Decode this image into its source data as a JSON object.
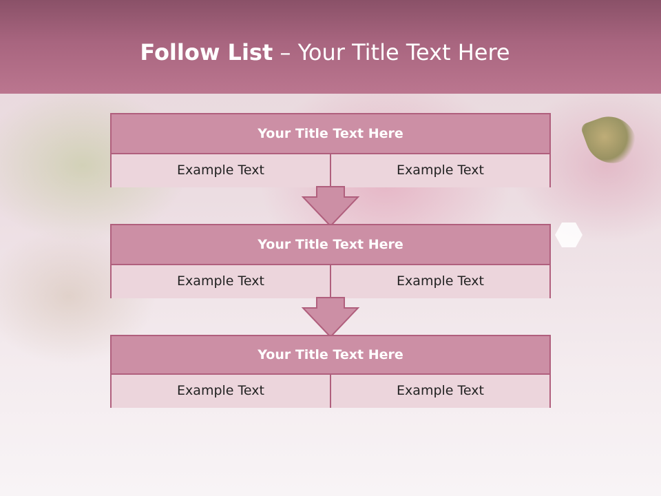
{
  "slide": {
    "title_bold": "Follow List",
    "title_rest": " – Your Title Text Here"
  },
  "blocks": [
    {
      "title": "Your Title Text Here",
      "left": "Example Text",
      "right": "Example Text"
    },
    {
      "title": "Your Title Text Here",
      "left": "Example Text",
      "right": "Example Text"
    },
    {
      "title": "Your Title Text Here",
      "left": "Example Text",
      "right": "Example Text"
    }
  ],
  "colors": {
    "header": "#a8657f",
    "block_title_fill": "#cc8fa5",
    "cell_fill": "#ecd5dc",
    "border": "#b05f7d",
    "arrow_fill": "#cc8fa5"
  }
}
